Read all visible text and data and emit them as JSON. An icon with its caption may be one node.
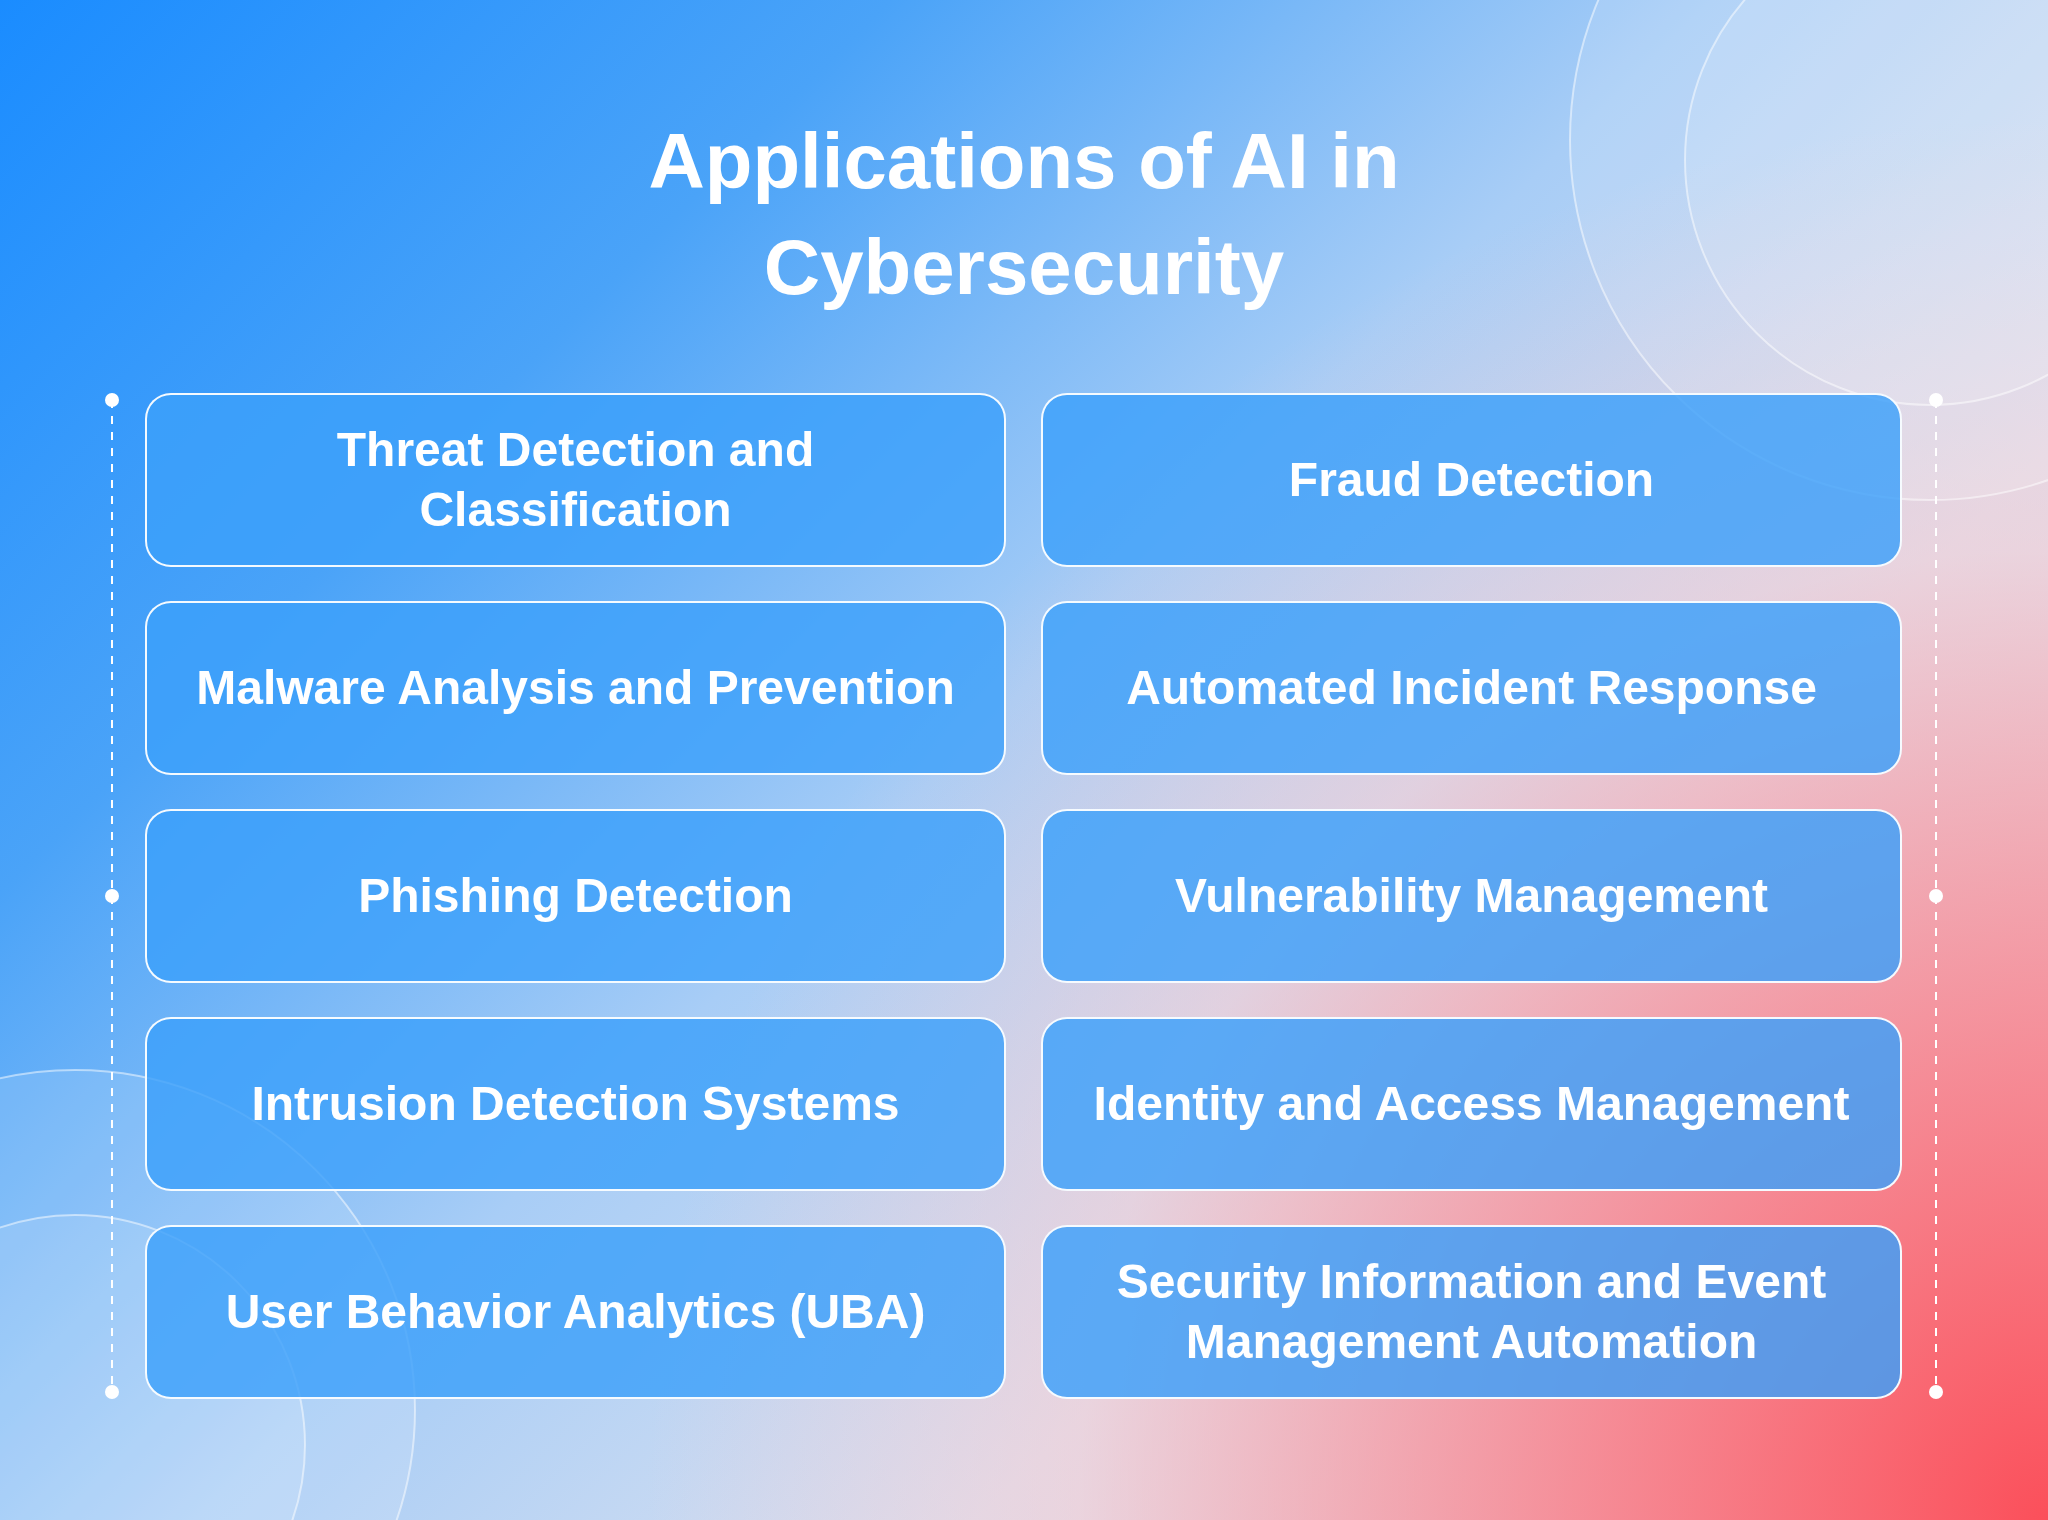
{
  "diagram": {
    "title": "Applications of AI in Cybersecurity",
    "nodes": [
      {
        "text": [
          "Threat Detection and Classification"
        ]
      },
      {
        "text": [
          "Fraud Detection"
        ]
      },
      {
        "text": [
          "Malware Analysis and Prevention"
        ]
      },
      {
        "text": [
          "Automated Incident Response"
        ]
      },
      {
        "text": [
          "Phishing Detection"
        ]
      },
      {
        "text": [
          "Vulnerability Management"
        ]
      },
      {
        "text": [
          "Intrusion Detection Systems"
        ]
      },
      {
        "text": [
          "Identity and Access Management"
        ]
      },
      {
        "text": [
          "User Behavior Analytics (UBA)"
        ]
      },
      {
        "text": [
          "Security Information and Event Management Automation"
        ]
      }
    ]
  }
}
